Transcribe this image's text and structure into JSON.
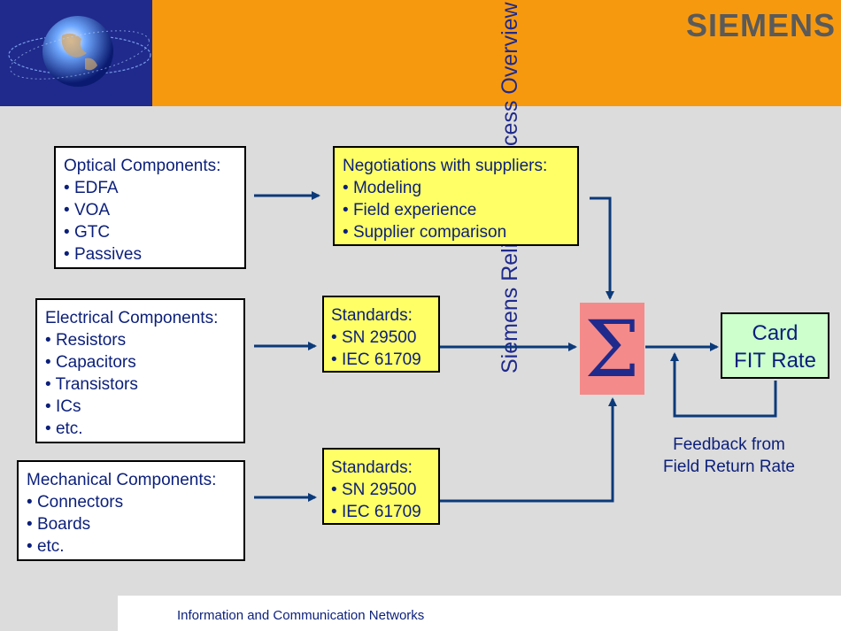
{
  "header": {
    "logo": "SIEMENS",
    "title": "Siemens Reliability Process Overview"
  },
  "optical": {
    "title": "Optical Components:",
    "items": [
      "EDFA",
      "VOA",
      "GTC",
      "Passives"
    ]
  },
  "electrical": {
    "title": "Electrical Components:",
    "items": [
      "Resistors",
      "Capacitors",
      "Transistors",
      "ICs",
      "etc."
    ]
  },
  "mechanical": {
    "title": "Mechanical Components:",
    "items": [
      "Connectors",
      "Boards",
      "etc."
    ]
  },
  "negotiations": {
    "title": "Negotiations with suppliers:",
    "items": [
      "Modeling",
      "Field experience",
      "Supplier comparison"
    ]
  },
  "standards1": {
    "title": "Standards:",
    "items": [
      "SN 29500",
      "IEC 61709"
    ]
  },
  "standards2": {
    "title": "Standards:",
    "items": [
      "SN 29500",
      "IEC 61709"
    ]
  },
  "sum": {
    "symbol": "Σ"
  },
  "output": {
    "line1": "Card",
    "line2": "FIT Rate"
  },
  "feedback": {
    "line1": "Feedback from",
    "line2": "Field Return Rate"
  },
  "footer": {
    "text": "Information and Communication Networks"
  },
  "colors": {
    "header_orange": "#f7990f",
    "header_blue": "#1f2a8c",
    "text_blue": "#0b1f7a",
    "yellow": "#ffff66",
    "sigma_pink": "#f58a8a",
    "card_green": "#ccffcc",
    "background": "#dcdcdc"
  }
}
